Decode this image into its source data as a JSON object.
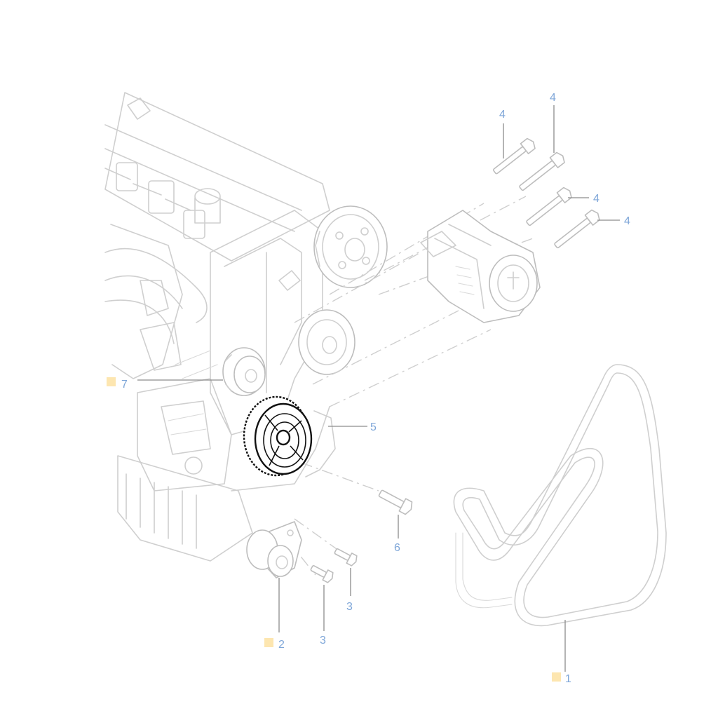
{
  "callouts": [
    {
      "id": "c1",
      "label": "1",
      "marked": true
    },
    {
      "id": "c2",
      "label": "2",
      "marked": true
    },
    {
      "id": "c3a",
      "label": "3",
      "marked": false
    },
    {
      "id": "c3b",
      "label": "3",
      "marked": false
    },
    {
      "id": "c4a",
      "label": "4",
      "marked": false
    },
    {
      "id": "c4b",
      "label": "4",
      "marked": false
    },
    {
      "id": "c4c",
      "label": "4",
      "marked": false
    },
    {
      "id": "c4d",
      "label": "4",
      "marked": false
    },
    {
      "id": "c5",
      "label": "5",
      "marked": false
    },
    {
      "id": "c6",
      "label": "6",
      "marked": false
    },
    {
      "id": "c7",
      "label": "7",
      "marked": true
    }
  ],
  "colors": {
    "callout_text": "#7ea6d8",
    "marker": "#fde6b0",
    "ghost_line": "#cfcfcf",
    "highlight_part": "#111111",
    "leader_line": "#8c8c8c"
  }
}
